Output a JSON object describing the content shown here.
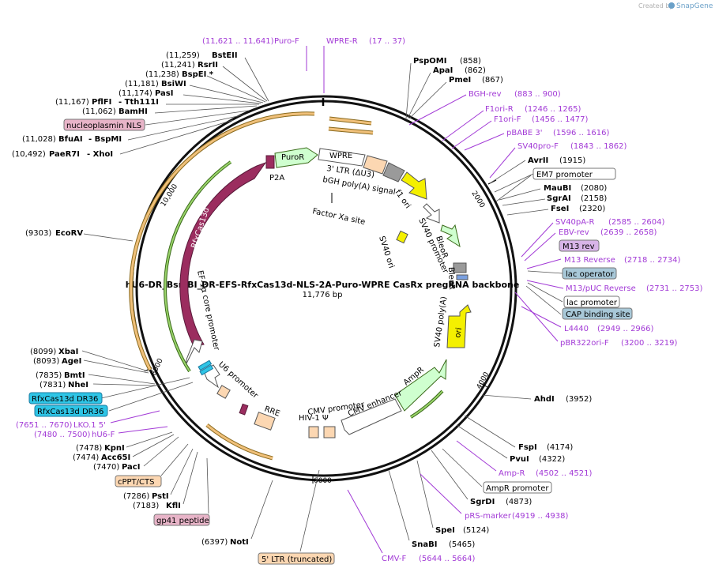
{
  "credit": {
    "prefix": "Created by",
    "brand": "SnapGene"
  },
  "plasmid": {
    "name": "hU6-DR_BsmBI_DR-EFS-RfxCas13d-NLS-2A-Puro-WPRE CasRx pregRNA backbone",
    "length": "11,776 bp"
  },
  "ticks": [
    "2000",
    "4000",
    "6000",
    "8000",
    "10,000"
  ],
  "enzymes": {
    "PspOMI": {
      "name": "PspOMI",
      "pos": "(858)"
    },
    "ApaI": {
      "name": "ApaI",
      "pos": "(862)"
    },
    "PmeI": {
      "name": "PmeI",
      "pos": "(867)"
    },
    "AvrII": {
      "name": "AvrII",
      "pos": "(1915)"
    },
    "MauBI": {
      "name": "MauBI",
      "pos": "(2080)"
    },
    "SgrAI": {
      "name": "SgrAI",
      "pos": "(2158)"
    },
    "FseI": {
      "name": "FseI",
      "pos": "(2320)"
    },
    "AhdI": {
      "name": "AhdI",
      "pos": "(3952)"
    },
    "FspI": {
      "name": "FspI",
      "pos": "(4174)"
    },
    "PvuI": {
      "name": "PvuI",
      "pos": "(4322)"
    },
    "SgrDI": {
      "name": "SgrDI",
      "pos": "(4873)"
    },
    "SpeI": {
      "name": "SpeI",
      "pos": "(5124)"
    },
    "SnaBI": {
      "name": "SnaBI",
      "pos": "(5465)"
    },
    "NotI": {
      "name": "NotI",
      "pos": "(6397)"
    },
    "KflI": {
      "name": "KflI",
      "pos": "(7183)"
    },
    "PstI": {
      "name": "PstI",
      "pos": "(7286)"
    },
    "PacI": {
      "name": "PacI",
      "pos": "(7470)"
    },
    "Acc65I": {
      "name": "Acc65I",
      "pos": "(7474)"
    },
    "KpnI": {
      "name": "KpnI",
      "pos": "(7478)"
    },
    "NheI": {
      "name": "NheI",
      "pos": "(7831)"
    },
    "BmtI": {
      "name": "BmtI",
      "pos": "(7835)"
    },
    "AgeI": {
      "name": "AgeI",
      "pos": "(8093)"
    },
    "XbaI": {
      "name": "XbaI",
      "pos": "(8099)"
    },
    "EcoRV": {
      "name": "EcoRV",
      "pos": "(9303)"
    },
    "PaeR7I": {
      "name": "PaeR7I",
      "pos": "(10,492)",
      "suffix": "- XhoI"
    },
    "BfuAI": {
      "name": "BfuAI",
      "pos": "(11,028)",
      "suffix": "- BspMI"
    },
    "BamHI": {
      "name": "BamHI",
      "pos": "(11,062)"
    },
    "PflFI": {
      "name": "PflFI",
      "pos": "(11,167)",
      "suffix": "- Tth111I"
    },
    "PasI": {
      "name": "PasI",
      "pos": "(11,174)"
    },
    "BsiWI": {
      "name": "BsiWI",
      "pos": "(11,181)"
    },
    "BspEI": {
      "name": "BspEI *",
      "pos": "(11,238)"
    },
    "RsrII": {
      "name": "RsrII",
      "pos": "(11,241)"
    },
    "BstEII": {
      "name": "BstEII",
      "pos": "(11,259)"
    }
  },
  "primers": {
    "PuroF": {
      "name": "Puro-F",
      "range": "(11,621 .. 11,641)"
    },
    "WPRER": {
      "name": "WPRE-R",
      "range": "(17 .. 37)"
    },
    "BGHrev": {
      "name": "BGH-rev",
      "range": "(883 .. 900)"
    },
    "F1oriR": {
      "name": "F1ori-R",
      "range": "(1246 .. 1265)"
    },
    "F1oriF": {
      "name": "F1ori-F",
      "range": "(1456 .. 1477)"
    },
    "pBABE3": {
      "name": "pBABE 3'",
      "range": "(1596 .. 1616)"
    },
    "SV40proF": {
      "name": "SV40pro-F",
      "range": "(1843 .. 1862)"
    },
    "SV40pAR": {
      "name": "SV40pA-R",
      "range": "(2585 .. 2604)"
    },
    "EBVrev": {
      "name": "EBV-rev",
      "range": "(2639 .. 2658)"
    },
    "M13Reverse": {
      "name": "M13 Reverse",
      "range": "(2718 .. 2734)"
    },
    "M13pUCReverse": {
      "name": "M13/pUC Reverse",
      "range": "(2731 .. 2753)"
    },
    "L4440": {
      "name": "L4440",
      "range": "(2949 .. 2966)"
    },
    "pBR322oriF": {
      "name": "pBR322ori-F",
      "range": "(3200 .. 3219)"
    },
    "AmpR": {
      "name": "Amp-R",
      "range": "(4502 .. 4521)"
    },
    "pRSmarker": {
      "name": "pRS-marker",
      "range": "(4919 .. 4938)"
    },
    "CMVF": {
      "name": "CMV-F",
      "range": "(5644 .. 5664)"
    },
    "LKO15": {
      "name": "LKO.1 5'",
      "range": "(7651 .. 7670)"
    },
    "hU6F": {
      "name": "hU6-F",
      "range": "(7480 .. 7500)"
    }
  },
  "boxes": {
    "EM7": "EM7 promoter",
    "M13rev": "M13 rev",
    "lacOp": "lac operator",
    "lacPromoter": "lac promoter",
    "CAP": "CAP binding site",
    "AmpRpromoter": "AmpR promoter",
    "LTR5": "5' LTR (truncated)",
    "gp41": "gp41 peptide",
    "cPPT": "cPPT/CTS",
    "DR36a": "RfxCas13d DR36",
    "DR36b": "RfxCas13d DR36",
    "nucNLS": "nucleoplasmin NLS"
  },
  "features": {
    "PuroR": "PuroR",
    "P2A": "P2A",
    "WPRE": "WPRE",
    "LTR3": "3' LTR (ΔU3)",
    "bGH": "bGH poly(A) signal",
    "f1ori": "f1 ori",
    "FactorXa": "Factor Xa site",
    "SV40promoter": "SV40 promoter",
    "BleoR": "BleoR",
    "SV40ori": "SV40 ori",
    "SV40polyA": "SV40 poly(A)",
    "ori": "ori",
    "AmpR": "AmpR",
    "CMVenhancer": "CMV enhancer",
    "CMVpromoter": "CMV promoter",
    "HIV1": "HIV-1 Ψ",
    "RRE": "RRE",
    "U6promoter": "U6 promoter",
    "EF1a": "EF-1α core promoter",
    "RfxCas13d": "RfxCas13d",
    "BleoRtrunc": "BleoR"
  }
}
